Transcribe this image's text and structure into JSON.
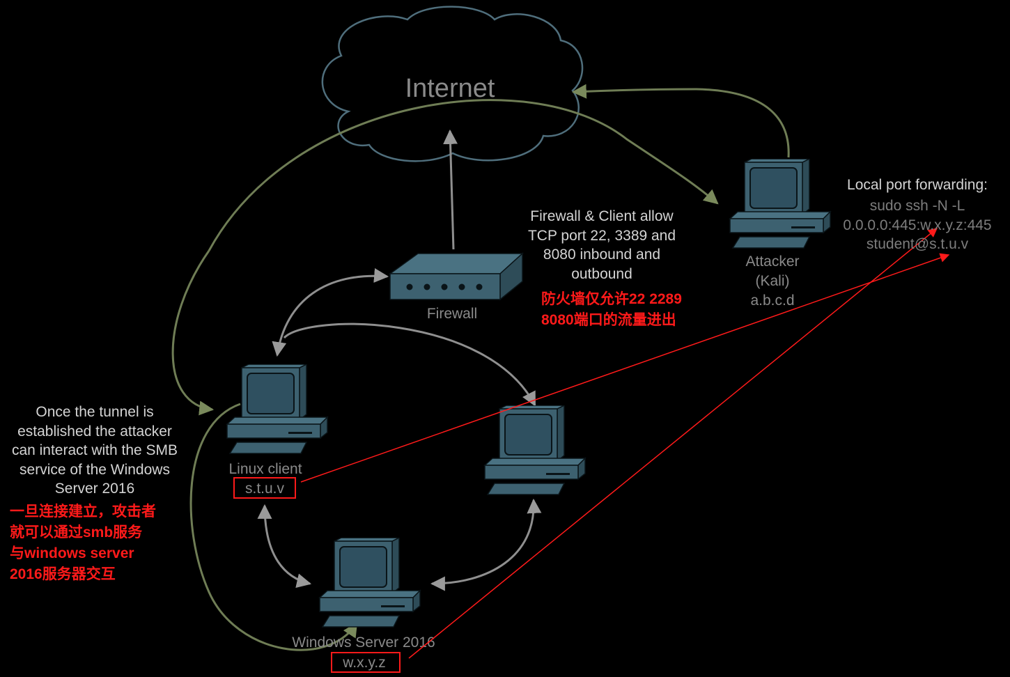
{
  "colors": {
    "background": "#000000",
    "device_fill": "#3d6170",
    "cloud_stroke": "#4f6e7c",
    "green_arrow": "#6f7d55",
    "gray_arrow": "#8f8f8f",
    "red_annotation": "#ff1a1a"
  },
  "nodes": {
    "internet": {
      "label": "Internet",
      "icon": "cloud-icon"
    },
    "firewall": {
      "label": "Firewall",
      "icon": "firewall-icon"
    },
    "attacker": {
      "label_lines": [
        "Attacker",
        "(Kali)",
        "a.b.c.d"
      ],
      "icon": "computer-icon"
    },
    "linux_client": {
      "label": "Linux client",
      "ip": "s.t.u.v",
      "icon": "computer-icon"
    },
    "middle_host": {
      "icon": "computer-icon"
    },
    "windows_server": {
      "label": "Windows Server 2016",
      "ip": "w.x.y.z",
      "icon": "computer-icon"
    }
  },
  "annotations": {
    "firewall_note": [
      "Firewall & Client allow",
      "TCP port 22, 3389 and",
      "8080 inbound and",
      "outbound"
    ],
    "firewall_note_cn": [
      "防火墙仅允许22 2289",
      "8080端口的流量进出"
    ],
    "port_forward_title": "Local port forwarding:",
    "port_forward_cmd": [
      "sudo ssh -N -L",
      "0.0.0.0:445:w.x.y.z:445",
      "student@s.t.u.v"
    ],
    "tunnel_note": [
      "Once the tunnel is",
      "established the attacker",
      "can interact with the SMB",
      "service of the Windows",
      "Server 2016"
    ],
    "tunnel_note_cn": [
      "一旦连接建立，攻击者",
      "就可以通过smb服务",
      "与windows server",
      "2016服务器交互"
    ]
  }
}
